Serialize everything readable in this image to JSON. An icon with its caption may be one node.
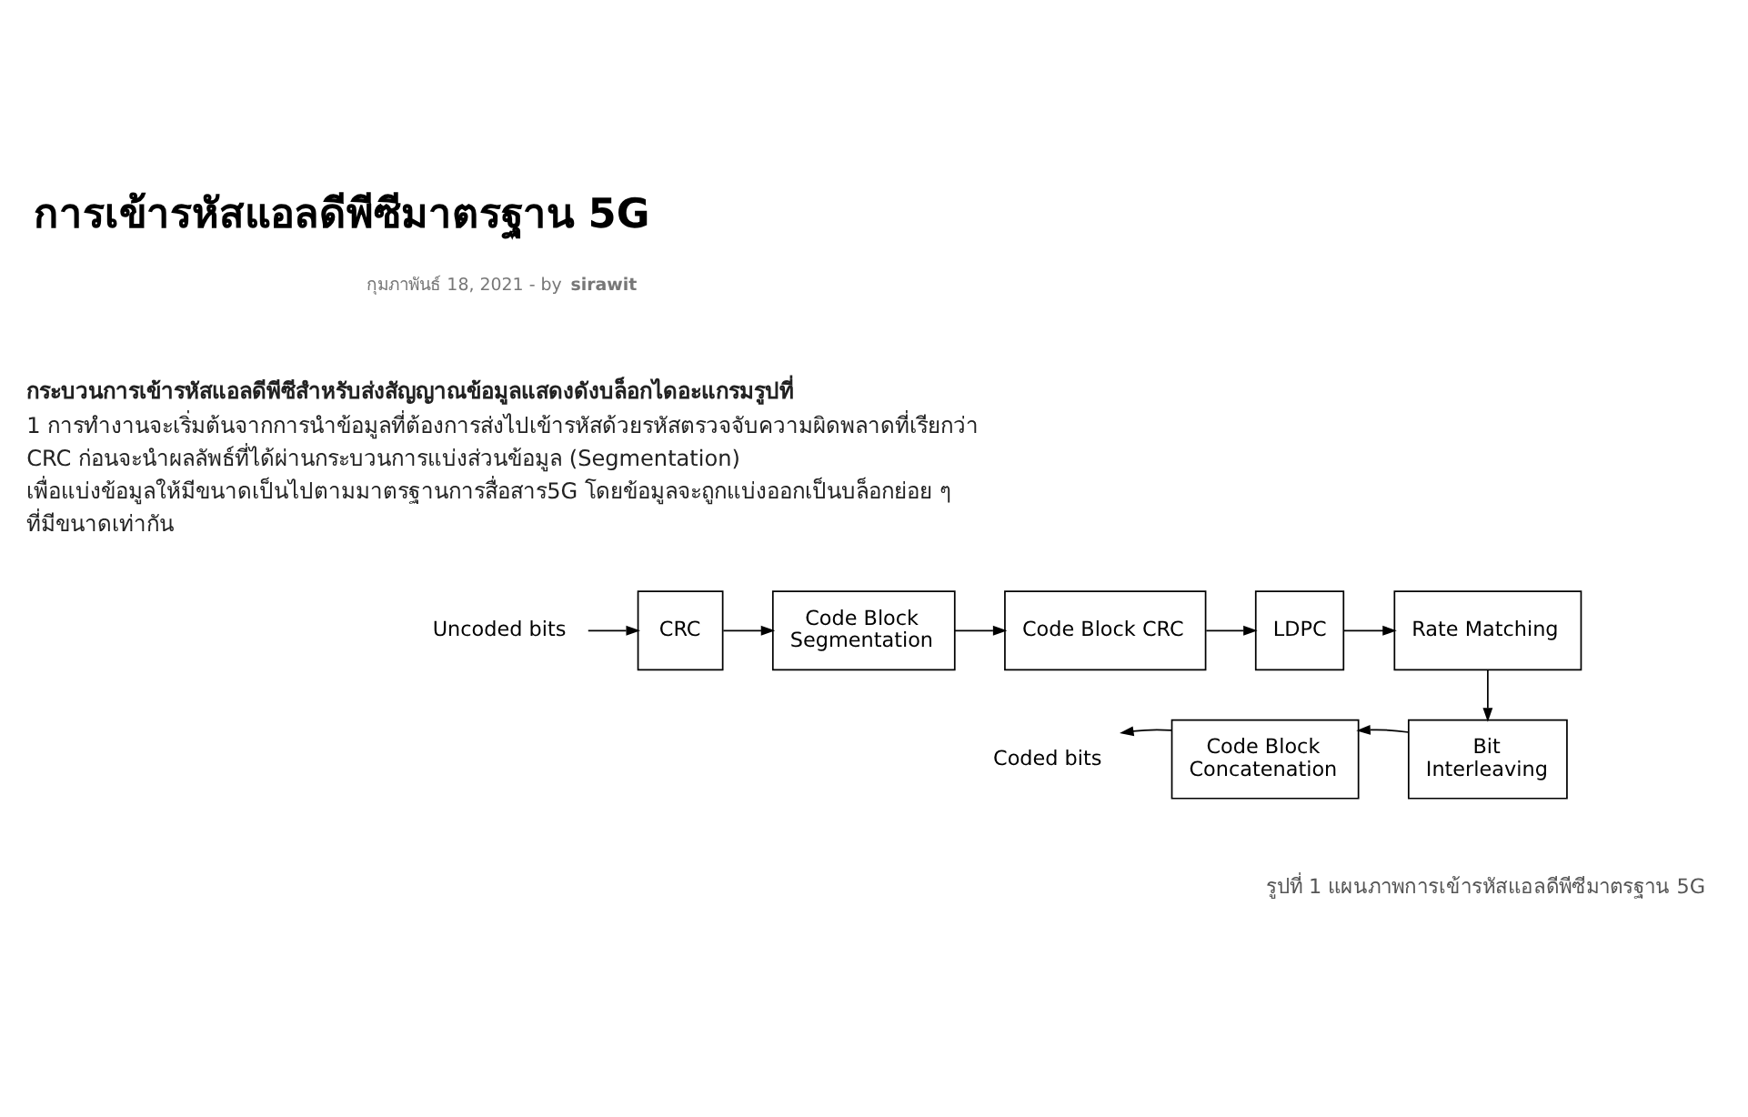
{
  "diagram": {
    "title": "การเข้ารหัสแอลดีพีซีมาตรฐาน 5G",
    "caption": "รูปที่ 1 แผนภาพการเข้ารหัสแอลดีพีซีมาตรฐาน 5G",
    "nodes": [
      {
        "text": [
          "Uncoded bits"
        ]
      },
      {
        "text": [
          "CRC"
        ]
      },
      {
        "text": [
          "Code Block Segmentation"
        ]
      },
      {
        "text": [
          "Code Block CRC"
        ]
      },
      {
        "text": [
          "LDPC"
        ]
      },
      {
        "text": [
          "Rate Matching"
        ]
      },
      {
        "text": [
          "Bit Interleaving"
        ]
      },
      {
        "text": [
          "Code Block Concatenation"
        ]
      },
      {
        "text": [
          "Coded bits"
        ]
      }
    ],
    "edges": [
      {
        "from": 0,
        "to": 1,
        "arrow": "to"
      },
      {
        "from": 1,
        "to": 2,
        "arrow": "to"
      },
      {
        "from": 2,
        "to": 3,
        "arrow": "to"
      },
      {
        "from": 3,
        "to": 4,
        "arrow": "to"
      },
      {
        "from": 4,
        "to": 5,
        "arrow": "to"
      },
      {
        "from": 5,
        "to": 6,
        "arrow": "to"
      },
      {
        "from": 6,
        "to": 7,
        "arrow": "to"
      },
      {
        "from": 7,
        "to": 8,
        "arrow": "to"
      }
    ],
    "labels": [
      "กุมภาพันธ์ 18, 2021 - by **sirawit**",
      "**กระบวนการเข้ารหัสแอลดีพีซีสำหรับส่งสัญญาณข้อมูลแสดงดังบล็อกไดอะแกรมรูปที่** 1 การทำงานจะเริ่มต้นจากการนำข้อมูลที่ต้องการส่งไปเข้ารหัสด้วยรหัสตรวจจับความผิดพลาดที่เรียกว่า CRC ก่อนจะนำผลลัพธ์ที่ได้ผ่านกระบวนการแบ่งส่วนข้อมูล (Segmentation) เพื่อแบ่งข้อมูลให้มีขนาดเป็นไปตามมาตรฐานการสื่อสาร5G โดยข้อมูลจะถูกแบ่งออกเป็นบล็อกย่อย ๆ ที่มีขนาดเท่ากัน"
    ]
  }
}
